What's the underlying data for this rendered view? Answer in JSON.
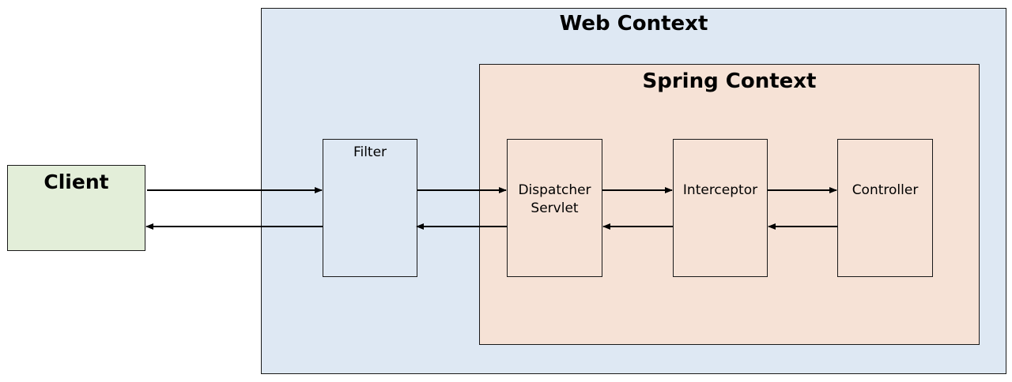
{
  "web_context": {
    "title": "Web Context"
  },
  "spring_context": {
    "title": "Spring Context"
  },
  "client": {
    "label": "Client"
  },
  "filter": {
    "label": "Filter"
  },
  "dispatcher": {
    "line1": "Dispatcher",
    "line2": "Servlet"
  },
  "interceptor": {
    "label": "Interceptor"
  },
  "controller": {
    "label": "Controller"
  },
  "colors": {
    "web_context_fill": "#dee8f3",
    "spring_context_fill": "#f6e2d6",
    "client_fill": "#e3eed9",
    "border": "#1a1a1a"
  }
}
